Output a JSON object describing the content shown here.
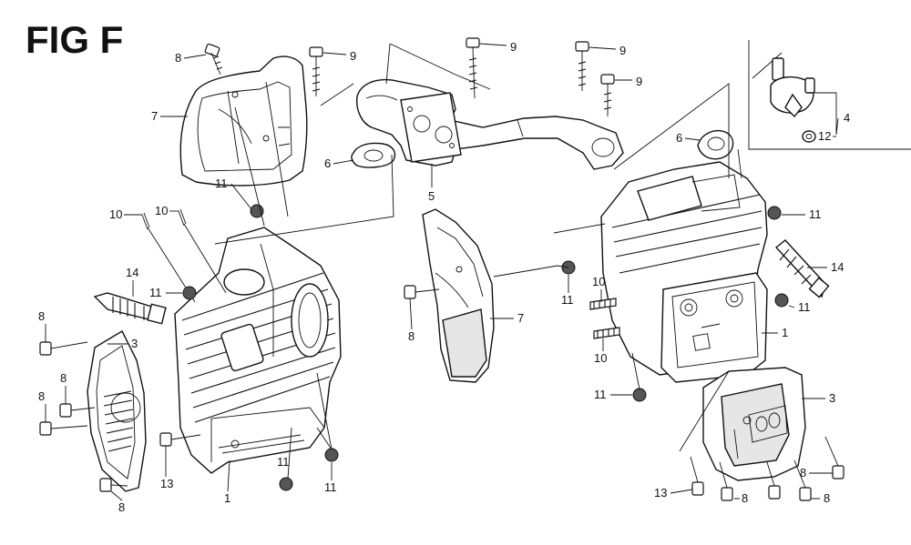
{
  "figure": {
    "title": "FIG F"
  },
  "callouts": {
    "c1": "1",
    "c1b": "1",
    "c3": "3",
    "c3b": "3",
    "c4": "4",
    "c5": "5",
    "c6": "6",
    "c6b": "6",
    "c7": "7",
    "c7b": "7",
    "c8a": "8",
    "c8b": "8",
    "c8c": "8",
    "c8d": "8",
    "c8e": "8",
    "c8f": "8",
    "c8g": "8",
    "c8h": "8",
    "c8i": "8",
    "c9a": "9",
    "c9b": "9",
    "c9c": "9",
    "c9d": "9",
    "c10a": "10",
    "c10b": "10",
    "c10c": "10",
    "c10d": "10",
    "c11a": "11",
    "c11b": "11",
    "c11c": "11",
    "c11d": "11",
    "c11e": "11",
    "c11f": "11",
    "c11g": "11",
    "c11h": "11",
    "c12": "12",
    "c13a": "13",
    "c13b": "13",
    "c14a": "14",
    "c14b": "14"
  }
}
